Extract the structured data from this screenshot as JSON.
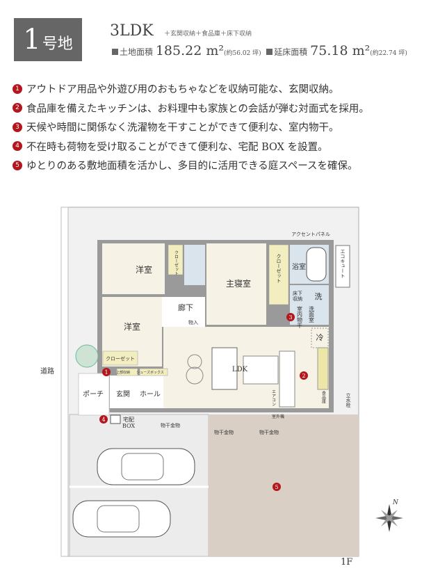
{
  "header": {
    "lot_number": "1",
    "lot_suffix": "号地",
    "layout": "3LDK",
    "extras": "＋玄関収納＋食品庫＋床下収納",
    "land_area_label": "土地面積",
    "land_area_value": "185.22 m²",
    "land_area_tsubo": "(約56.02 坪)",
    "floor_area_label": "延床面積",
    "floor_area_value": "75.18 m²",
    "floor_area_tsubo": "(約22.74 坪)"
  },
  "features": [
    {
      "num": "1",
      "text": "アウトドア用品や外遊び用のおもちゃなどを収納可能な、玄関収納。"
    },
    {
      "num": "2",
      "text": "食品庫を備えたキッチンは、お料理中も家族との会話が弾む対面式を採用。"
    },
    {
      "num": "3",
      "text": "天候や時間に関係なく洗濯物を干すことができて便利な、室内物干。"
    },
    {
      "num": "4",
      "text": "不在時も荷物を受け取ることができて便利な、宅配 BOX を設置。"
    },
    {
      "num": "5",
      "text": "ゆとりのある敷地面積を活かし、多目的に活用できる庭スペースを確保。"
    }
  ],
  "plan": {
    "rooms": {
      "western_room_1": "洋室",
      "western_room_2": "洋室",
      "master_bedroom": "主寝室",
      "hallway": "廊下",
      "storage": "物入",
      "bathroom": "浴室",
      "underfloor_storage_1": "床下",
      "underfloor_storage_2": "収納",
      "washer": "洗",
      "indoor_drying": "室内物干",
      "washroom": "洗面室",
      "ldk": "LDK",
      "fridge": "冷",
      "pantry": "食品庫",
      "aircon": "エアコン",
      "outdoor_unit": "室外機",
      "closet": "クローゼット",
      "closet_v1": "クローゼット",
      "closet_v2": "クローゼット",
      "upper_storage": "上部収納",
      "shoe_box": "シューズボックス",
      "entrance": "玄関",
      "hall": "ホール",
      "porch": "ポーチ",
      "delivery_box_1": "宅配",
      "delivery_box_2": "BOX",
      "drying_hardware_1": "物干金物",
      "drying_hardware_2": "物干金物",
      "drying_hardware_3": "物干金物",
      "accent_panel": "アクセントパネル",
      "ecocute": "エコキュート",
      "faucet": "立水栓",
      "road": "道路"
    },
    "markers": [
      "1",
      "2",
      "3",
      "4",
      "5"
    ],
    "compass": "N",
    "floor": "1F"
  },
  "colors": {
    "accent": "#b3161d",
    "header_box": "#666666",
    "interior": "#f7f2e6",
    "wet_area": "#d9e4ec",
    "closet": "#f3eec0",
    "garden": "#d9cfc5",
    "wall": "#9a9a9a"
  }
}
